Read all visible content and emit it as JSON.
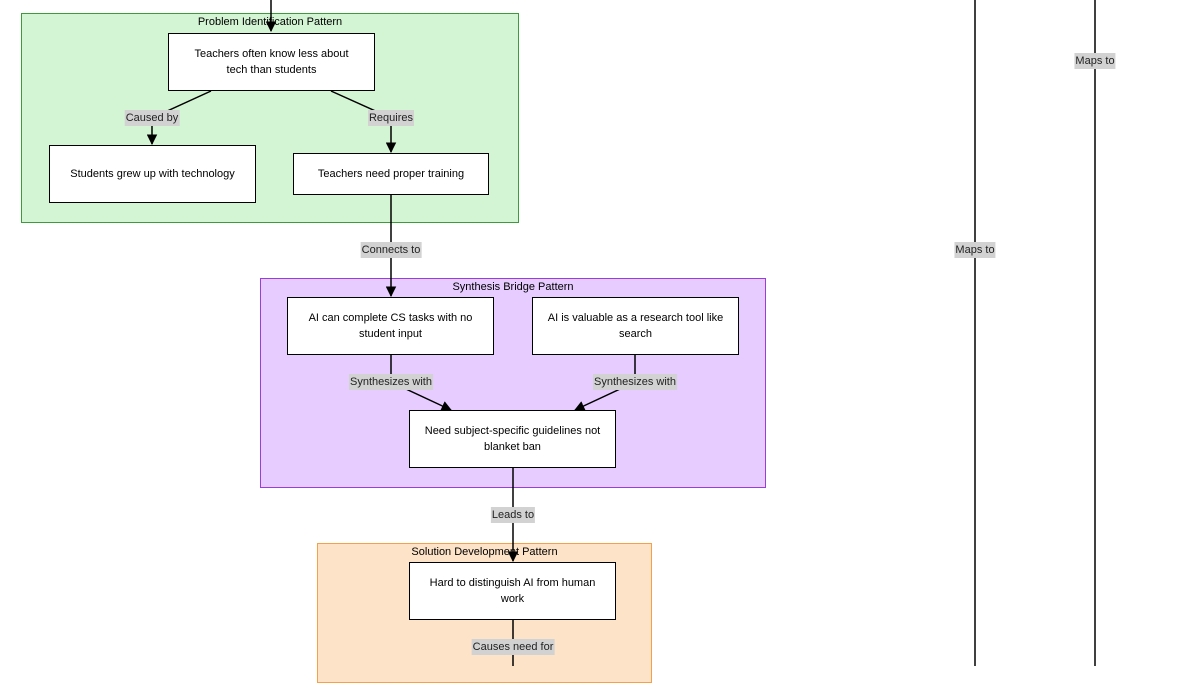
{
  "clusters": {
    "problem": {
      "title": "Problem Identification Pattern",
      "fill": "#d4f5d4",
      "border": "#3d9a3d"
    },
    "synthesis": {
      "title": "Synthesis Bridge Pattern",
      "fill": "#e6ccff",
      "border": "#9a3de0"
    },
    "solution": {
      "title": "Solution Development Pattern",
      "fill": "#fde3c8",
      "border": "#f5a04a"
    }
  },
  "nodes": {
    "teachers_know_less": "Teachers often know less about tech than students",
    "students_grew_up": "Students grew up with technology",
    "teachers_need_training": "Teachers need proper training",
    "ai_complete_cs": "AI can complete CS tasks with no student input",
    "ai_research_tool": "AI is valuable as a research tool like search",
    "subject_guidelines": "Need subject-specific guidelines not blanket ban",
    "hard_to_distinguish": "Hard to distinguish AI from human work"
  },
  "edge_labels": {
    "caused_by": "Caused by",
    "requires": "Requires",
    "connects_to": "Connects to",
    "synthesizes_left": "Synthesizes with",
    "synthesizes_right": "Synthesizes with",
    "leads_to": "Leads to",
    "causes_need_for": "Causes need for",
    "maps_to_upper": "Maps to",
    "maps_to_lower": "Maps to"
  },
  "colors": {
    "edge": "#000000",
    "label_bg": "#d2d2d2"
  }
}
